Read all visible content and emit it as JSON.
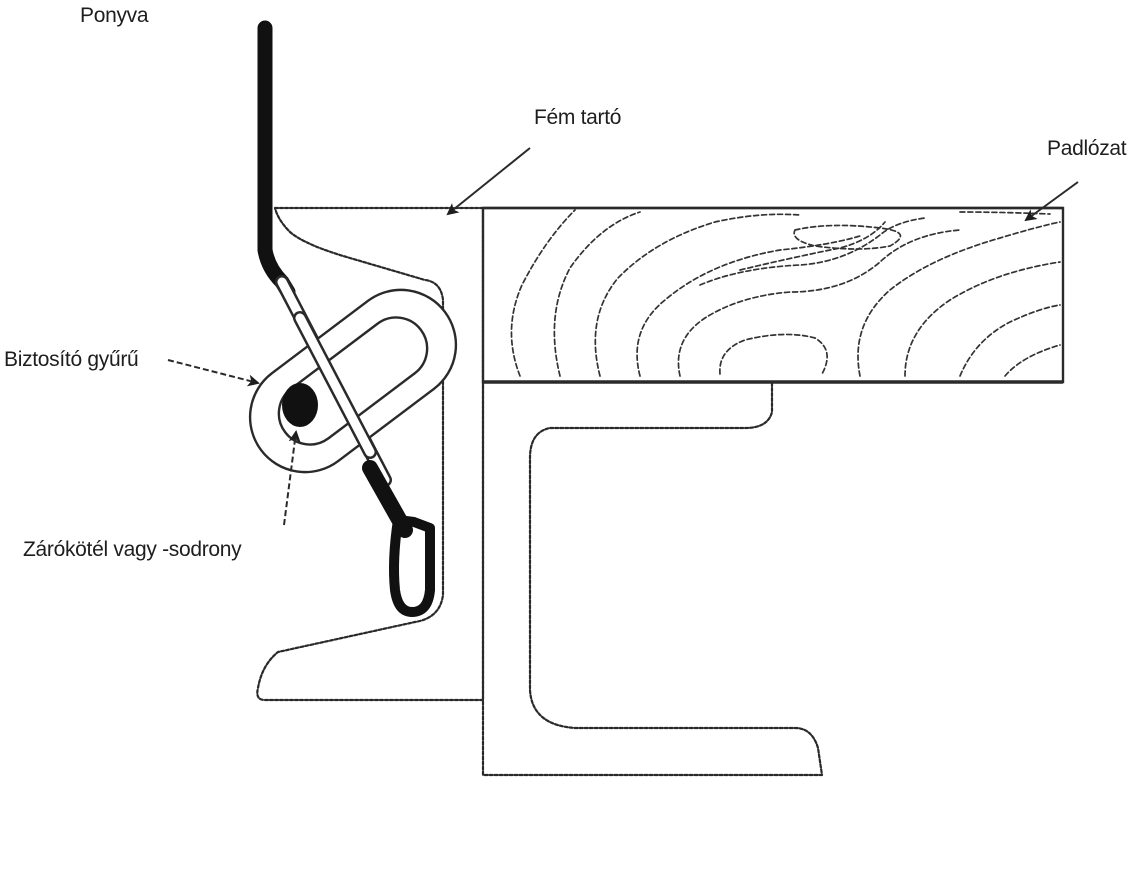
{
  "labels": {
    "tarpaulin": "Ponyva",
    "metal_support": "Fém tartó",
    "floor": "Padlózat",
    "safety_ring": "Biztosító gyűrű",
    "locking_rope": "Zárókötél vagy -sodrony"
  },
  "colors": {
    "ink": "#1e1e1e",
    "hatch": "#3a3a3a",
    "background": "#ffffff"
  }
}
